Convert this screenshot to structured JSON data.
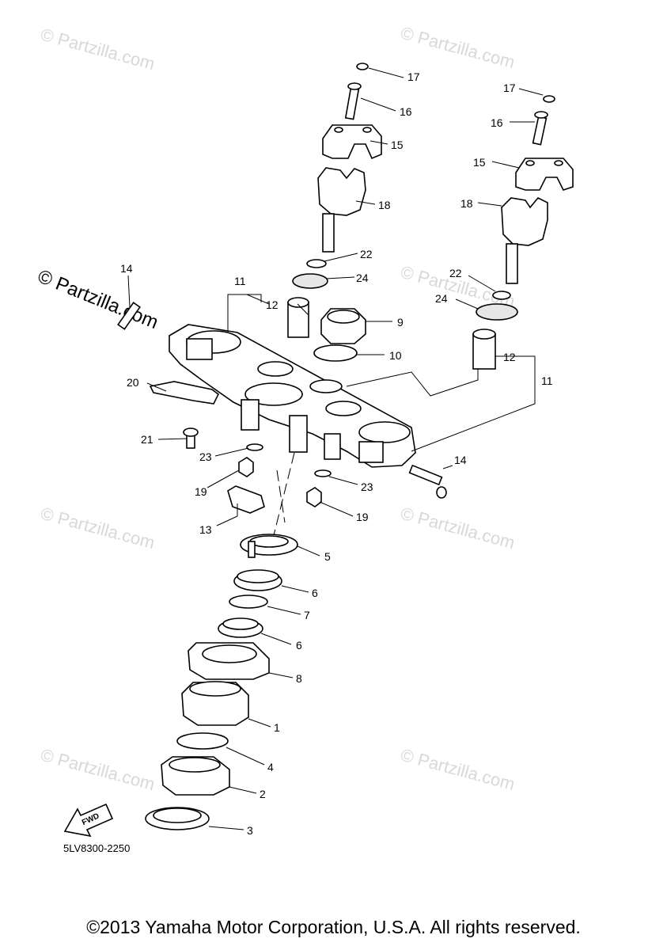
{
  "watermarks": [
    {
      "text": "© Partzilla.com"
    },
    {
      "text": "© Partzilla.com"
    },
    {
      "text": "© Partzilla.com"
    },
    {
      "text": "© Partzilla.com"
    },
    {
      "text": "© Partzilla.com"
    },
    {
      "text": "© Partzilla.com"
    },
    {
      "text": "© Partzilla.com"
    }
  ],
  "watermark_prominent": "© Partzilla.com",
  "callouts": {
    "p1": "1",
    "p2": "2",
    "p3": "3",
    "p4": "4",
    "p5": "5",
    "p6a": "6",
    "p6b": "6",
    "p7": "7",
    "p8": "8",
    "p9": "9",
    "p10": "10",
    "p11a": "11",
    "p11b": "11",
    "p12a": "12",
    "p12b": "12",
    "p13": "13",
    "p14a": "14",
    "p14b": "14",
    "p15a": "15",
    "p15b": "15",
    "p16a": "16",
    "p16b": "16",
    "p17a": "17",
    "p17b": "17",
    "p18a": "18",
    "p18b": "18",
    "p19a": "19",
    "p19b": "19",
    "p20": "20",
    "p21": "21",
    "p22a": "22",
    "p22b": "22",
    "p23a": "23",
    "p23b": "23",
    "p24a": "24",
    "p24b": "24"
  },
  "fwd_label": "FWD",
  "diagram_code": "5LV8300-2250",
  "copyright": "©2013 Yamaha Motor Corporation, U.S.A. All rights reserved."
}
